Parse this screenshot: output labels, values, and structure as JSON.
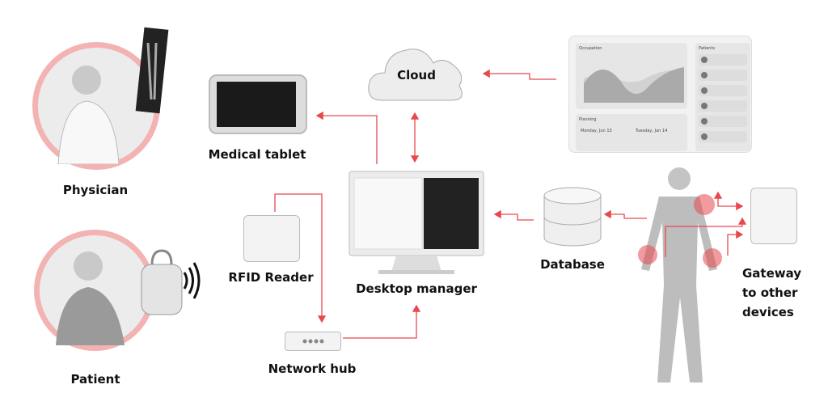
{
  "nodes": {
    "physician": "Physician",
    "patient": "Patient",
    "tablet": "Medical tablet",
    "cloud": "Cloud",
    "desktop": "Desktop manager",
    "rfid": "RFID Reader",
    "hub": "Network hub",
    "database": "Database",
    "gateway": [
      "Gateway",
      "to other",
      "devices"
    ]
  },
  "dashboard": {
    "occupation_title": "Occupation",
    "patients_title": "Patients",
    "planning_title": "Planning",
    "day1": "Monday, Jun 13",
    "day2": "Tuesday, Jun 14"
  },
  "colors": {
    "accent": "#e8494f",
    "ring": "#f4b3b3"
  }
}
